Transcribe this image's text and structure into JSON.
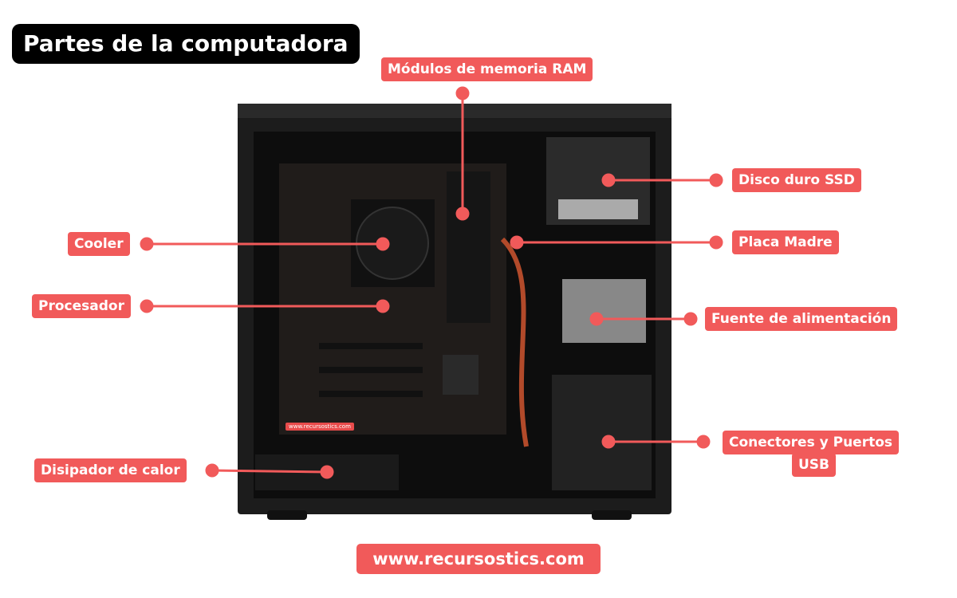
{
  "title": "Partes de la computadora",
  "labels": {
    "ram": "Módulos de memoria RAM",
    "ssd": "Disco duro SSD",
    "motherboard": "Placa Madre",
    "cooler": "Cooler",
    "cpu": "Procesador",
    "psu": "Fuente de alimentación",
    "ports_line1": "Conectores y Puertos",
    "ports_line2": "USB",
    "heatsink": "Disipador de calor"
  },
  "watermark": "www.recursostics.com",
  "footer": "www.recursostics.com",
  "colors": {
    "accent": "#f15a5a",
    "case": "#151515"
  }
}
